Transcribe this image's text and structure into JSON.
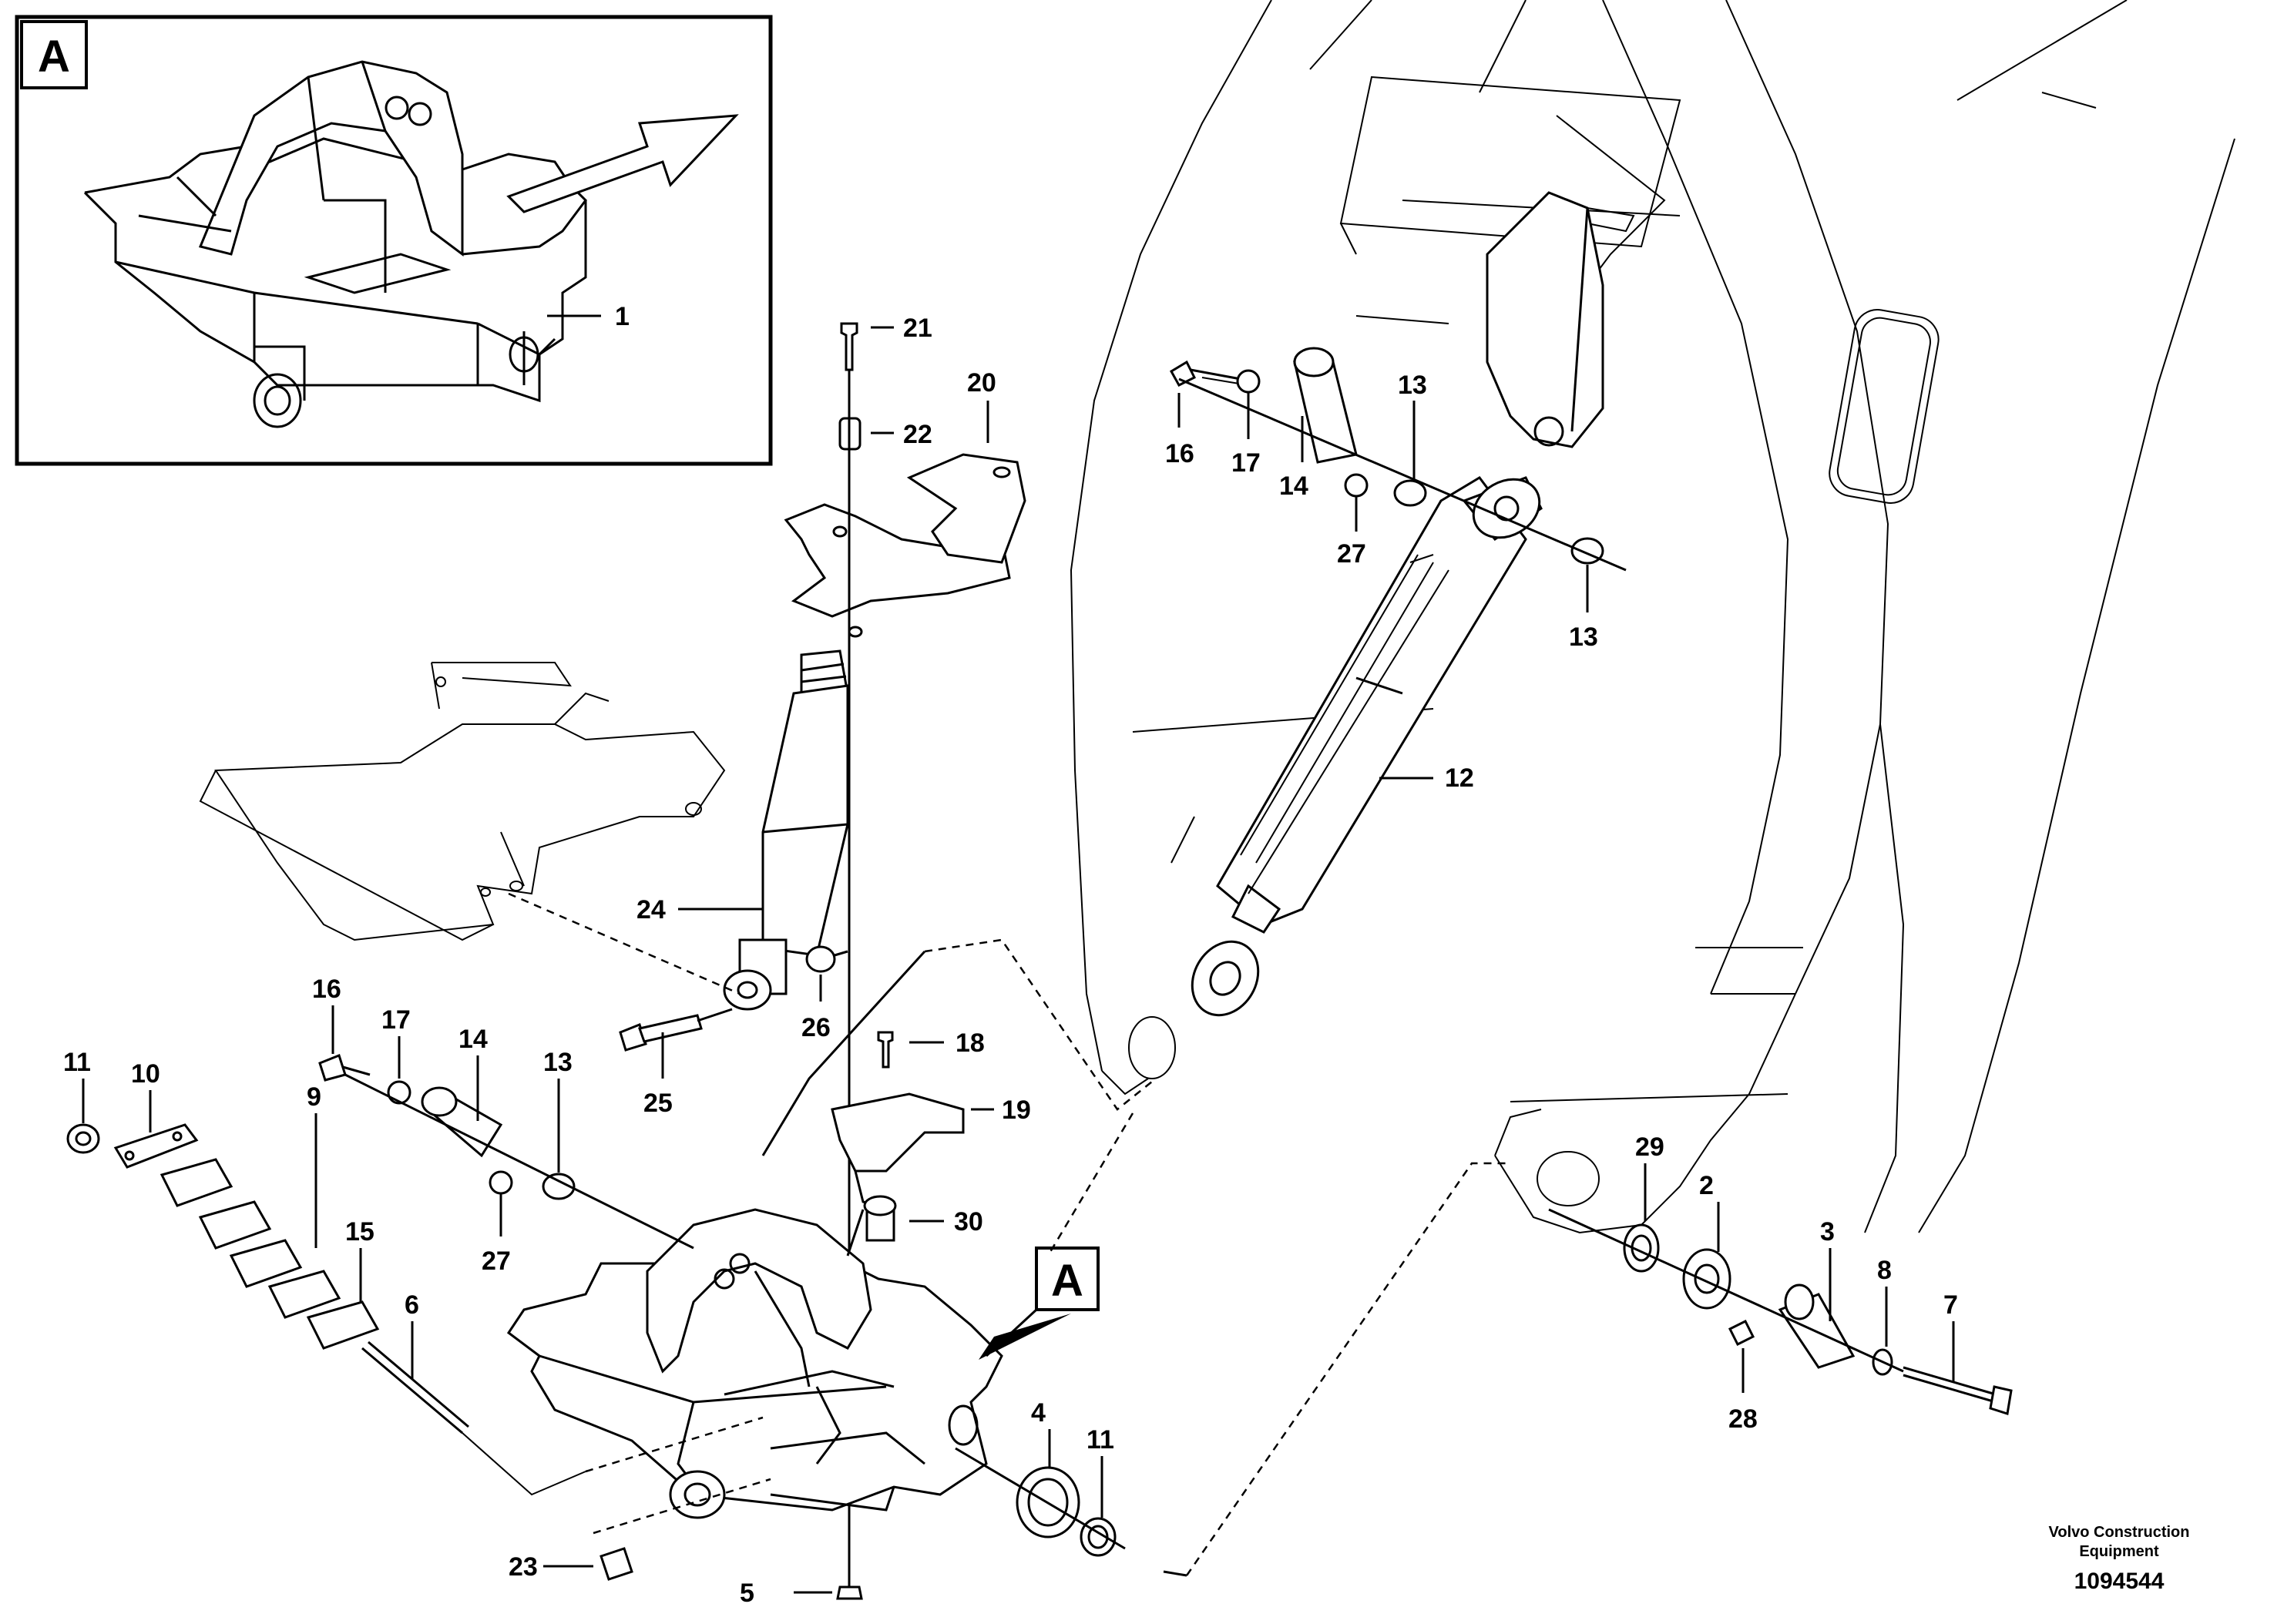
{
  "inset": {
    "label": "A"
  },
  "view_marker": {
    "label": "A"
  },
  "callouts": [
    {
      "id": "p1",
      "text": "1"
    },
    {
      "id": "p21",
      "text": "21"
    },
    {
      "id": "p22",
      "text": "22"
    },
    {
      "id": "p20",
      "text": "20"
    },
    {
      "id": "p13a",
      "text": "13"
    },
    {
      "id": "p16a",
      "text": "16"
    },
    {
      "id": "p17a",
      "text": "17"
    },
    {
      "id": "p14a",
      "text": "14"
    },
    {
      "id": "p27a",
      "text": "27"
    },
    {
      "id": "p13b",
      "text": "13"
    },
    {
      "id": "p12",
      "text": "12"
    },
    {
      "id": "p24",
      "text": "24"
    },
    {
      "id": "p26",
      "text": "26"
    },
    {
      "id": "p25",
      "text": "25"
    },
    {
      "id": "p18",
      "text": "18"
    },
    {
      "id": "p19",
      "text": "19"
    },
    {
      "id": "p30",
      "text": "30"
    },
    {
      "id": "p11a",
      "text": "11"
    },
    {
      "id": "p10",
      "text": "10"
    },
    {
      "id": "p16b",
      "text": "16"
    },
    {
      "id": "p17b",
      "text": "17"
    },
    {
      "id": "p14b",
      "text": "14"
    },
    {
      "id": "p13c",
      "text": "13"
    },
    {
      "id": "p9",
      "text": "9"
    },
    {
      "id": "p15",
      "text": "15"
    },
    {
      "id": "p27b",
      "text": "27"
    },
    {
      "id": "p7",
      "text": "7"
    },
    {
      "id": "p6",
      "text": "6"
    },
    {
      "id": "p4",
      "text": "4"
    },
    {
      "id": "p11b",
      "text": "11"
    },
    {
      "id": "p23",
      "text": "23"
    },
    {
      "id": "p5",
      "text": "5"
    },
    {
      "id": "p29",
      "text": "29"
    },
    {
      "id": "p2",
      "text": "2"
    },
    {
      "id": "p3",
      "text": "3"
    },
    {
      "id": "p8",
      "text": "8"
    },
    {
      "id": "p28",
      "text": "28"
    }
  ],
  "footer": {
    "brand_line1": "Volvo Construction",
    "brand_line2": "Equipment",
    "doc_number": "1094544"
  }
}
